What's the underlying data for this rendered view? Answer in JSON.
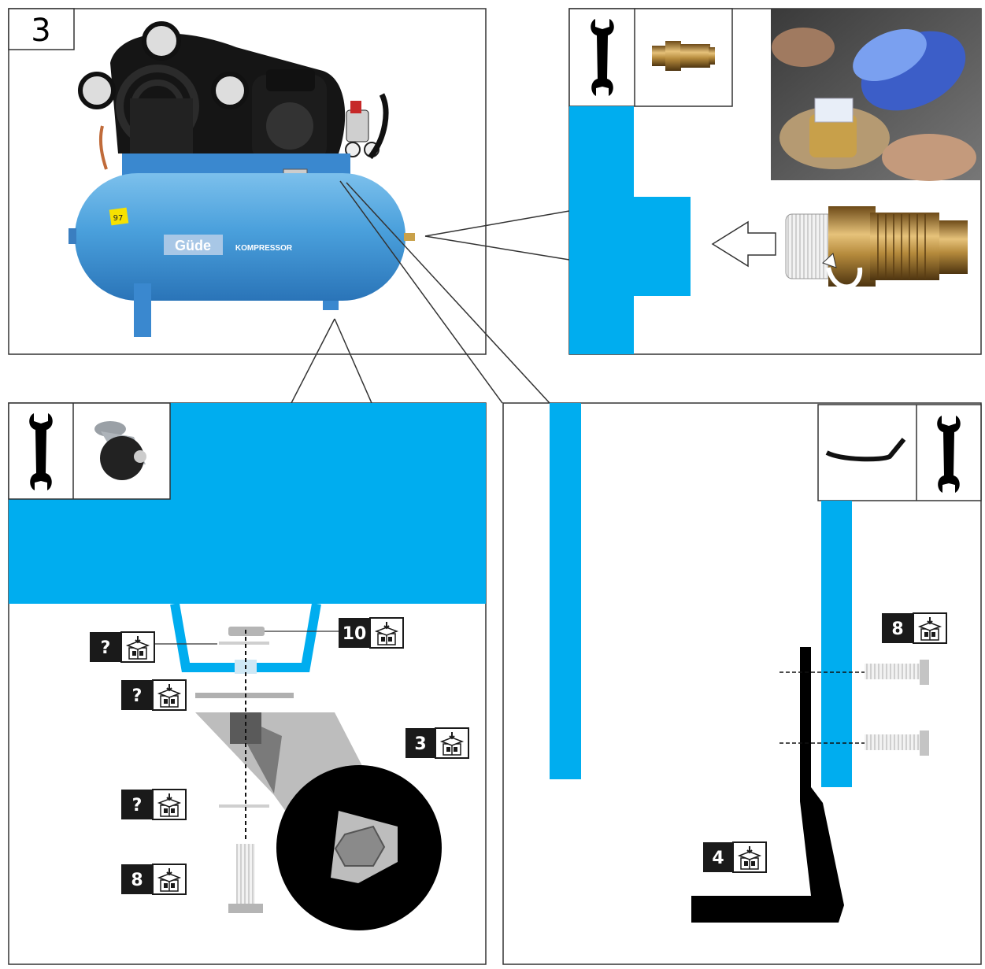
{
  "step_number": "3",
  "compressor": {
    "brand": "Güde",
    "model_label": "KOMPRESSOR",
    "sticker": "97"
  },
  "badges": {
    "nut": "10",
    "washer_top": "?",
    "washer_mid": "?",
    "washer_low": "?",
    "bolt_wheel": "8",
    "wheel": "3",
    "bolt_handle": "8",
    "handle": "4"
  },
  "colors": {
    "accent_blue": "#00adef",
    "tank_blue": "#4ba0dc",
    "line": "#333333",
    "badge_bg": "#1a1a1a"
  },
  "icons": {
    "tool": "wrench-icon",
    "coupling": "quick-coupling-icon",
    "castor": "castor-wheel-icon",
    "handle": "handle-bar-icon",
    "part_box": "parts-box-icon"
  }
}
